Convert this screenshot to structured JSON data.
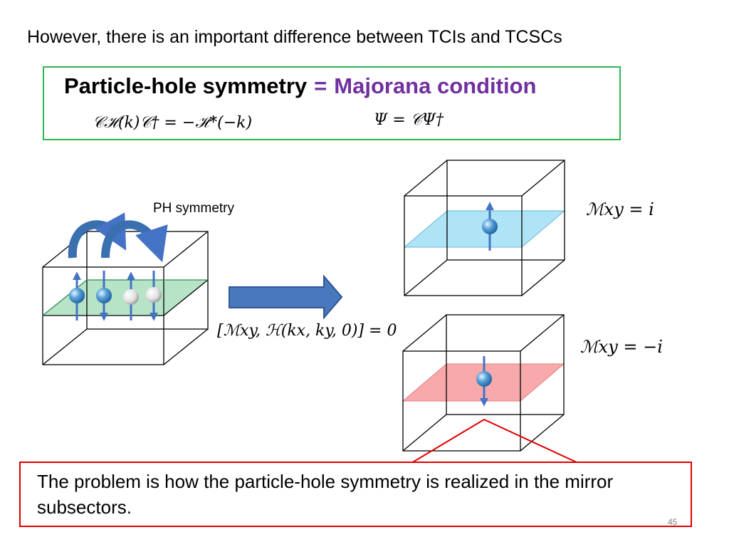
{
  "slide": {
    "title": "However, there is an important difference between TCIs and  TCSCs",
    "definition": {
      "left_term": "Particle-hole symmetry",
      "equals": "=",
      "right_term": "Majorana condition",
      "ph_equation": "𝒞ℋ(k)𝒞† = −ℋ*(−k)",
      "majorana_equation": "Ψ = 𝒞Ψ†"
    },
    "left_cube": {
      "label": "PH symmetry"
    },
    "commutator_equation": "[ℳxy, ℋ(kx, ky, 0)] = 0",
    "mirror_sectors": [
      {
        "equation": "ℳxy = i",
        "plane_color": "#aee4f5"
      },
      {
        "equation": "ℳxy = −i",
        "plane_color": "#f8a9ab"
      }
    ],
    "callout": "The problem is how the particle-hole symmetry is realized in the mirror subsectors.",
    "page_number": "45",
    "colors": {
      "accent_purple": "#7030a0",
      "box_green": "#2fb552",
      "callout_red": "#e00000",
      "arrow_blue": "#4472c4",
      "left_plane_green": "#b7e4c7"
    }
  }
}
